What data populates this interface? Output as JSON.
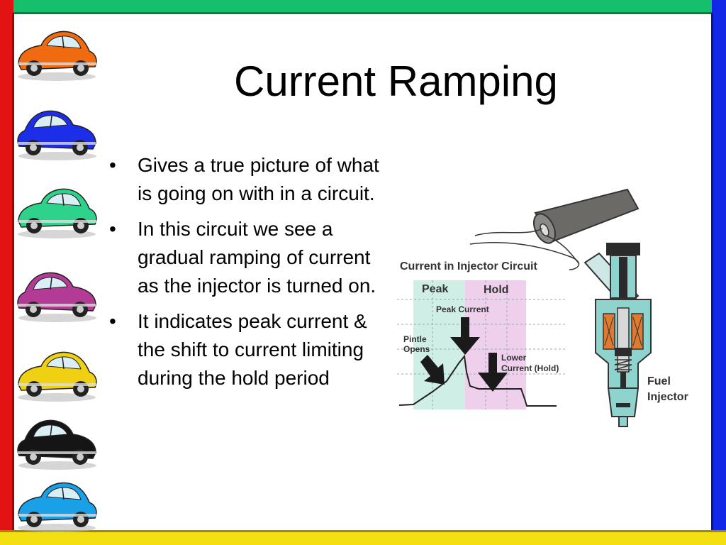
{
  "slide": {
    "title": "Current Ramping",
    "bullets": [
      "Gives a true picture of what is going on with in a circuit.",
      "In this circuit we see a gradual ramping of current as the injector is turned on.",
      "It indicates peak current & the shift to current limiting during the hold period"
    ]
  },
  "diagram": {
    "title": "Current in Injector Circuit",
    "peak_label": "Peak",
    "hold_label": "Hold",
    "peak_current_label": "Peak Current",
    "pintle_label_1": "Pintle",
    "pintle_label_2": "Opens",
    "lower_label_1": "Lower",
    "lower_label_2": "Current (Hold)",
    "fuel_label_1": "Fuel",
    "fuel_label_2": "Injector"
  },
  "colors": {
    "border_top": "#16c06a",
    "border_left": "#e41313",
    "border_right": "#1327e6",
    "border_bottom": "#f3df12",
    "peak_zone": "#cfeee6",
    "hold_zone": "#efd0ec",
    "injector": "#8fd3cf"
  },
  "decorations": {
    "cars": [
      {
        "color": "#f06a10",
        "icon": "vintage-car-icon"
      },
      {
        "color": "#1c2ee8",
        "icon": "vintage-car-icon"
      },
      {
        "color": "#2fd28a",
        "icon": "vintage-car-icon"
      },
      {
        "color": "#b23c95",
        "icon": "vintage-car-icon"
      },
      {
        "color": "#f0d012",
        "icon": "vintage-car-icon"
      },
      {
        "color": "#151515",
        "icon": "vintage-car-icon"
      },
      {
        "color": "#1aa0e6",
        "icon": "vintage-car-icon"
      }
    ]
  }
}
